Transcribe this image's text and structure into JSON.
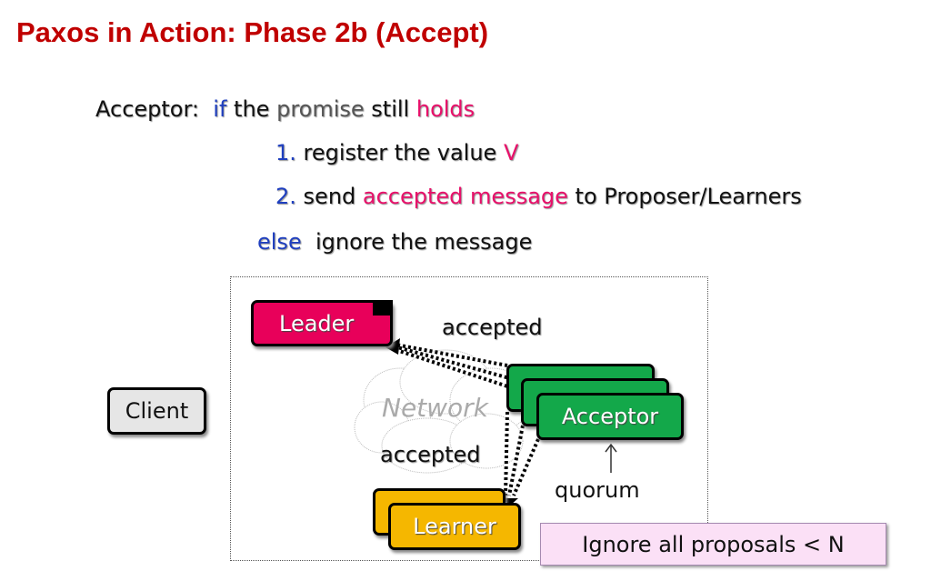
{
  "title": "Paxos in Action: Phase 2b (Accept)",
  "rule": {
    "acceptor_label": "Acceptor:",
    "if": "if",
    "the": "the",
    "promise": "promise",
    "still": "still",
    "holds": "holds",
    "step1_num": "1.",
    "step1_text": "register the value",
    "step1_value": "V",
    "step2_num": "2.",
    "step2_send": "send",
    "step2_msg": "accepted message",
    "step2_to": "to",
    "step2_target": "Proposer/Learners",
    "else": "else",
    "else_text": "ignore the message"
  },
  "diagram": {
    "leader": "Leader",
    "client": "Client",
    "network": "Network",
    "accepted_top": "accepted",
    "accepted_bottom": "accepted",
    "acceptor": "Acceptor",
    "learner": "Learner",
    "quorum": "quorum",
    "note": "Ignore all proposals < N"
  },
  "colors": {
    "title": "#c00000",
    "leader": "#e8005a",
    "acceptor": "#13a84a",
    "learner": "#f5b700",
    "note_bg": "#fbe0f6"
  }
}
